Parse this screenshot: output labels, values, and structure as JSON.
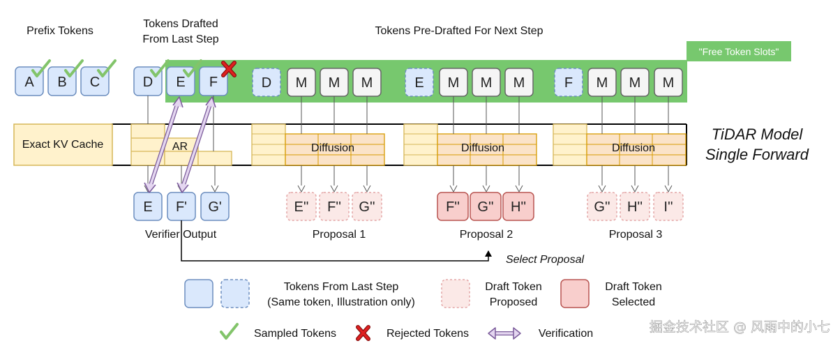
{
  "headers": {
    "prefix_tokens": "Prefix Tokens",
    "drafted_line1": "Tokens Drafted",
    "drafted_line2": "From Last Step",
    "predrafted": "Tokens Pre-Drafted For Next Step",
    "free_slots": "\"Free Token Slots\""
  },
  "tokens": {
    "prefix": [
      "A",
      "B",
      "C"
    ],
    "drafted": [
      "D",
      "E",
      "F"
    ],
    "group1": [
      "D",
      "M",
      "M",
      "M"
    ],
    "group2": [
      "E",
      "M",
      "M",
      "M"
    ],
    "group3": [
      "F",
      "M",
      "M",
      "M"
    ]
  },
  "model": {
    "kv_cache": "Exact KV Cache",
    "ar": "AR",
    "diffusion": "Diffusion",
    "title_line1": "TiDAR Model",
    "title_line2": "Single Forward"
  },
  "outputs": {
    "verifier": [
      "E",
      "F'",
      "G'"
    ],
    "proposal1": [
      "E''",
      "F''",
      "G''"
    ],
    "proposal2": [
      "F''",
      "G''",
      "H''"
    ],
    "proposal3": [
      "G''",
      "H''",
      "I''"
    ],
    "verifier_label": "Verifier Output",
    "proposal1_label": "Proposal 1",
    "proposal2_label": "Proposal 2",
    "proposal3_label": "Proposal 3",
    "select": "Select Proposal"
  },
  "legend": {
    "last_step_line1": "Tokens From Last Step",
    "last_step_line2": "(Same token, Illustration only)",
    "draft_proposed_line1": "Draft Token",
    "draft_proposed_line2": "Proposed",
    "draft_selected_line1": "Draft Token",
    "draft_selected_line2": "Selected",
    "sampled": "Sampled Tokens",
    "rejected": "Rejected Tokens",
    "verification": "Verification"
  },
  "watermark": "掘金技术社区 @ 风雨中的小七",
  "colors": {
    "green_band": "#77c86e",
    "token_blue": "#dae8fc",
    "token_blue_border": "#6c8ebf",
    "token_gray": "#f5f5f5",
    "model_fill": "#fff2cc",
    "model_border": "#d6b656",
    "diff_fill": "#fbe3c8",
    "diff_border": "#d79b00",
    "proposed_fill": "#fbe9e7",
    "proposed_border": "#e3a5a5",
    "selected_fill": "#f8cecc",
    "selected_border": "#b85450",
    "check": "#82c46a",
    "reject": "#e02020",
    "verify_arrow": "#a889c8"
  }
}
